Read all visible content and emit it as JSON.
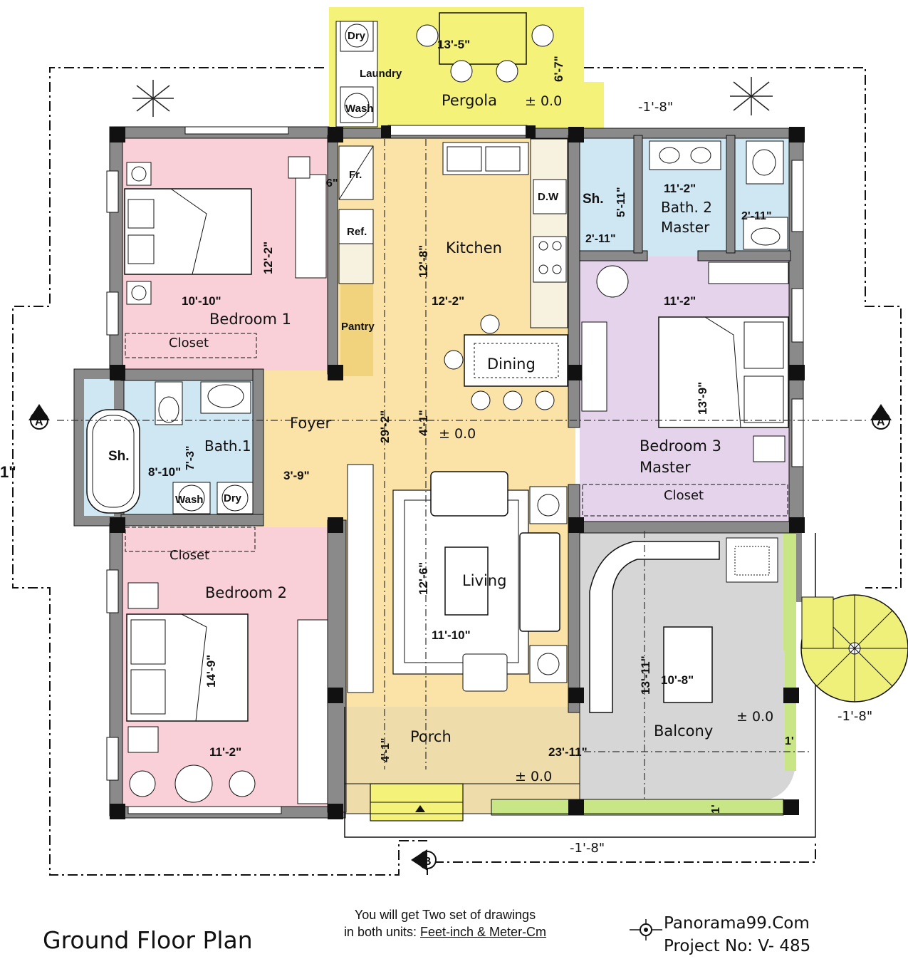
{
  "title": "Ground Floor Plan",
  "note": {
    "line1": "You will get Two set of drawings",
    "line2_prefix": "in both units: ",
    "line2_units": "Feet-inch & Meter-Cm"
  },
  "brand": {
    "site": "Panorama99.Com",
    "project": "Project No: V- 485"
  },
  "colors": {
    "bedroom_pink": "#f9cfd8",
    "bath_blue": "#cfe6f3",
    "master_lilac": "#e4d3ea",
    "common_tan": "#fbe3a8",
    "pergola_yellow": "#f5f279",
    "balcony_gray": "#d6d6d6",
    "wall_gray": "#8a8a8a",
    "porch_tan": "#eedcaa"
  },
  "rooms": {
    "bedroom1": "Bedroom 1",
    "bedroom2": "Bedroom 2",
    "bedroom3_a": "Bedroom 3",
    "bedroom3_b": "Master",
    "bath1": "Bath.1",
    "bath2_a": "Bath. 2",
    "bath2_b": "Master",
    "kitchen": "Kitchen",
    "dining": "Dining",
    "pantry": "Pantry",
    "foyer": "Foyer",
    "living": "Living",
    "porch": "Porch",
    "balcony": "Balcony",
    "pergola": "Pergola",
    "laundry": "Laundry",
    "closet1": "Closet",
    "closet2": "Closet",
    "closet3": "Closet"
  },
  "fixtures": {
    "dry": "Dry",
    "wash": "Wash",
    "fridge_fr": "Fr.",
    "ref": "Ref.",
    "dishwasher": "D.W",
    "shower": "Sh."
  },
  "dimensions": {
    "pergola_w": "13'-5\"",
    "pergola_d": "6'-7\"",
    "b1_w": "10'-10\"",
    "b1_d": "12'-2\"",
    "kitchen_w": "12'-2\"",
    "kitchen_d": "12'-8\"",
    "b3_w": "11'-2\"",
    "b3_d": "13'-9\"",
    "bath2_w": "11'-2\"",
    "bath2_sh_d": "5'-11\"",
    "bath2_sh_w": "2'-11\"",
    "bath2_wc_w": "2'-11\"",
    "bath1_w": "8'-10\"",
    "bath1_d": "7'-3\"",
    "foyer_w": "3'-9\"",
    "house_d": "29'-2\"",
    "foyer_d": "4'-1\"",
    "living_d": "12'-6\"",
    "living_w": "11'-10\"",
    "b2_d": "14'-9\"",
    "b2_w": "11'-2\"",
    "porch_d": "4'-1\"",
    "front_w": "23'-11\"",
    "balcony_d": "13'-11\"",
    "balcony_w": "10'-8\"",
    "planter_w": "1'",
    "planter_d": "1'",
    "wall_6": "6\"",
    "left_cut": "1\""
  },
  "levels": {
    "pergola": "-1'-8\"",
    "pergola_floor": "± 0.0",
    "foyer": "± 0.0",
    "porch": "± 0.0",
    "balcony": "± 0.0",
    "stair": "-1'-8\"",
    "front": "-1'-8\""
  },
  "sections": {
    "a_left": "A",
    "a_right": "A",
    "b": "B"
  }
}
